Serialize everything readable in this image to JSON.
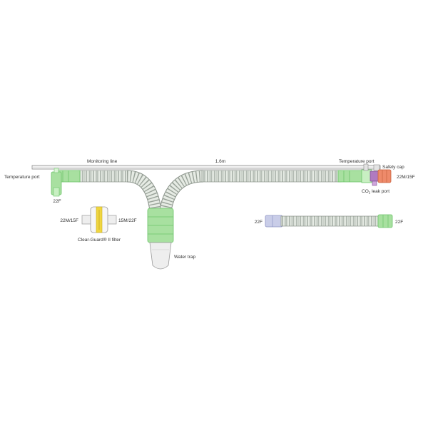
{
  "labels": {
    "temperature_port_left": "Temperature port",
    "monitoring_line": "Monitoring line",
    "length": "1.6m",
    "temperature_port_right": "Temperature port",
    "safety_cap": "Safety cap",
    "connector_22m15f_right": "22M/15F",
    "co2_leak_port": "CO",
    "co2_subscript": "2",
    "co2_suffix": " leak port",
    "connector_22f_left": "22F",
    "filter_22m15f": "22M/15F",
    "filter_15m22f": "15M/22F",
    "filter_name": "Clear-Guard® II filter",
    "water_trap": "Water trap",
    "limb_22f_left": "22F",
    "limb_22f_right": "22F"
  },
  "colors": {
    "connector_green": "#a8e0a0",
    "connector_green_dark": "#6cc46a",
    "tube": "#e6ebe4",
    "tube_rib": "#9aa39a",
    "safety_cap": "#ee8a6a",
    "leak_port": "#b07ac0",
    "blue_connector": "#c9cde8",
    "water_trap": "#eeeeee",
    "filter_yellow": "#f0d640",
    "line": "#7a7a7a"
  }
}
